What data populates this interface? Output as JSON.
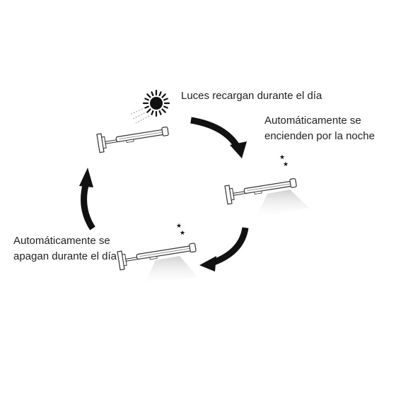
{
  "labels": {
    "recharge": "Luces recargan durante el día",
    "night": [
      "Automáticamente se",
      "encienden por la noche"
    ],
    "day": [
      "Automáticamente se",
      "apagan durante el día"
    ]
  },
  "steps": [
    {
      "id": "recharge",
      "icon": "sun-icon",
      "lamp_state": "off"
    },
    {
      "id": "night",
      "icon": "moon-stars-icon",
      "lamp_state": "on"
    },
    {
      "id": "day",
      "icon": "moon-stars-icon",
      "lamp_state": "on"
    }
  ],
  "colors": {
    "arrow": "#111111",
    "line": "#333333",
    "text": "#222222",
    "light_beam": "#d9d9d9"
  }
}
